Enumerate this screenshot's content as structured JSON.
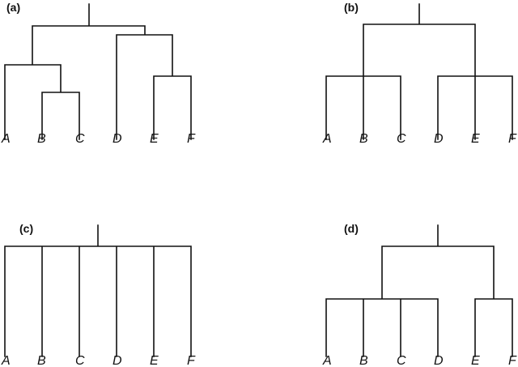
{
  "figure": {
    "line_color": "#111111",
    "panels": [
      {
        "id": "a",
        "label": "(a)",
        "taxa": [
          "A",
          "B",
          "C",
          "D",
          "E",
          "F"
        ],
        "tree": "((A,(B,C)),(D,(E,F)))"
      },
      {
        "id": "b",
        "label": "(b)",
        "taxa": [
          "A",
          "B",
          "C",
          "D",
          "E",
          "F"
        ],
        "tree": "((A,B,C),(D,E,F))"
      },
      {
        "id": "c",
        "label": "(c)",
        "taxa": [
          "A",
          "B",
          "C",
          "D",
          "E",
          "F"
        ],
        "tree": "(A,B,C,D,E,F)"
      },
      {
        "id": "d",
        "label": "(d)",
        "taxa": [
          "A",
          "B",
          "C",
          "D",
          "E",
          "F"
        ],
        "tree": "((A,B,C,D),(E,F))"
      }
    ]
  }
}
